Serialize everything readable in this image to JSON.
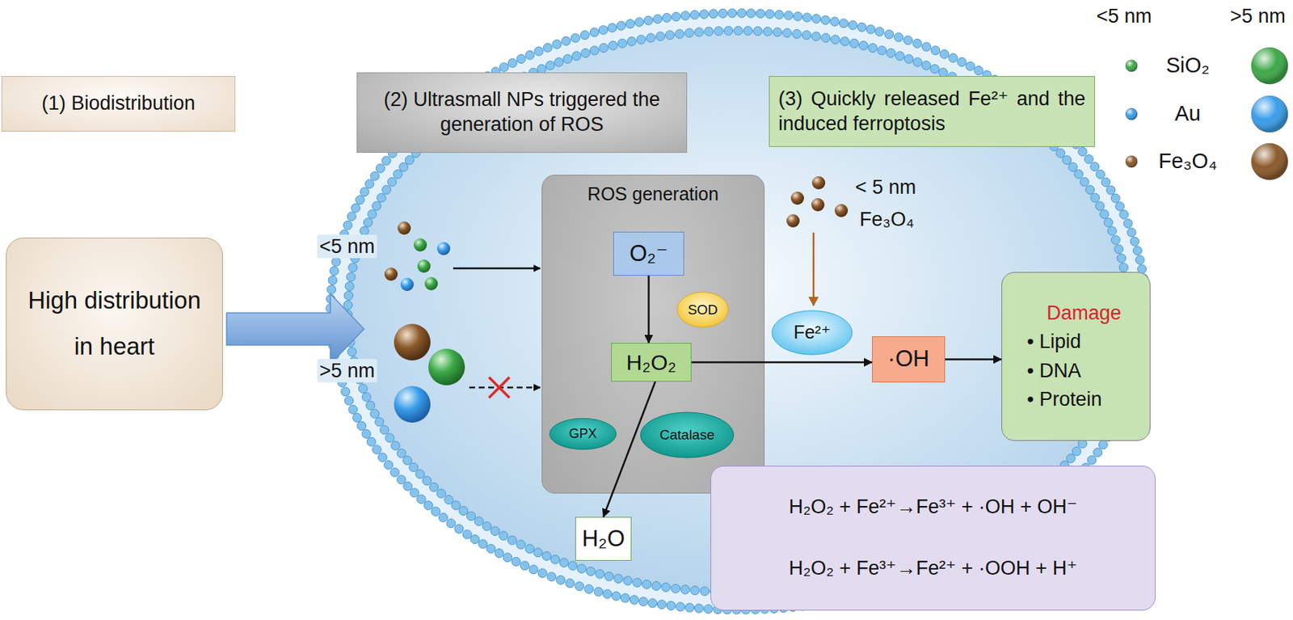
{
  "diagram": {
    "nodes": [
      {
        "text": [
          "(1) Biodistribution"
        ]
      },
      {
        "text": [
          "(2) Ultrasmall NPs triggered the generation of ROS"
        ]
      },
      {
        "text": [
          "(3) Quickly released Fe²⁺ and the induced ferroptosis"
        ]
      },
      {
        "text": [
          "High distribution in heart"
        ]
      },
      {
        "text": [
          "ROS generation"
        ]
      },
      {
        "text": [
          "O₂⁻"
        ],
        "in": 4
      },
      {
        "text": [
          "SOD"
        ],
        "in": 4
      },
      {
        "text": [
          "H₂O₂"
        ],
        "in": 4
      },
      {
        "text": [
          "GPX"
        ],
        "in": 4
      },
      {
        "text": [
          "Catalase"
        ],
        "in": 4
      },
      {
        "text": [
          "H₂O"
        ]
      },
      {
        "text": [
          "Fe²⁺"
        ]
      },
      {
        "text": [
          "·OH"
        ]
      },
      {
        "text": [
          "Damage",
          "• Lipid",
          "• DNA",
          "• Protein"
        ]
      },
      {
        "text": [
          "H₂O₂ + Fe²⁺→Fe³⁺ + ·OH + OH⁻",
          "H₂O₂ + Fe³⁺→Fe²⁺ + ·OOH + H⁺"
        ]
      }
    ],
    "edges": [
      {
        "from": 5,
        "to": 7,
        "arrow": "to"
      },
      {
        "from": 7,
        "to": 10,
        "arrow": "to"
      },
      {
        "from": 7,
        "to": 12,
        "arrow": "to"
      },
      {
        "from": 12,
        "to": 13,
        "arrow": "to"
      }
    ],
    "labels": [
      "<5 nm",
      ">5 nm",
      "<5 nm",
      ">5 nm",
      "< 5 nm",
      "Fe₃O₄"
    ],
    "legend": [
      {
        "text": "SiO₂",
        "color": "#3da848"
      },
      {
        "text": "Au",
        "color": "#3a9de8"
      },
      {
        "text": "Fe₃O₄",
        "color": "#8b5a2b"
      }
    ]
  }
}
